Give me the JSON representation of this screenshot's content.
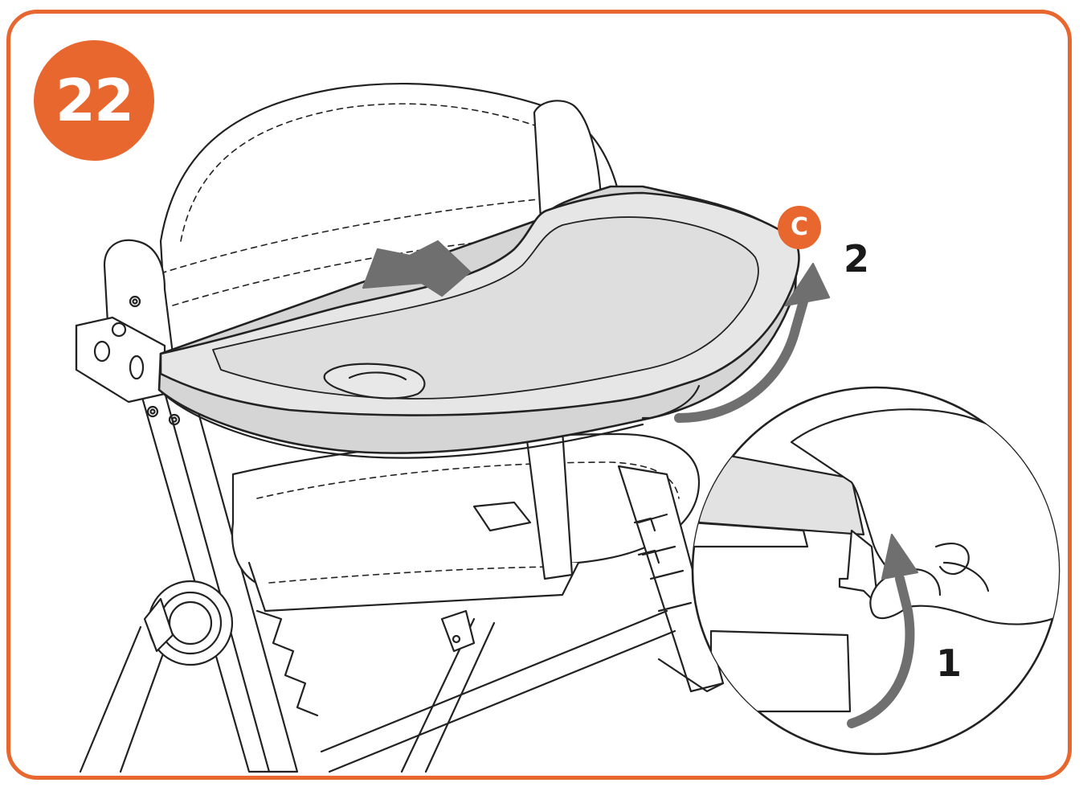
{
  "step": {
    "number": "22"
  },
  "part_label": "C",
  "sequence_labels": {
    "first": "1",
    "second": "2"
  },
  "colors": {
    "accent": "#e8672e",
    "tray": "#e4e4e4",
    "arrow": "#6f6f6f",
    "line": "#222222"
  },
  "icons": [
    "push-arrow-icon",
    "curved-lift-arrow-icon",
    "curved-release-arrow-icon"
  ]
}
